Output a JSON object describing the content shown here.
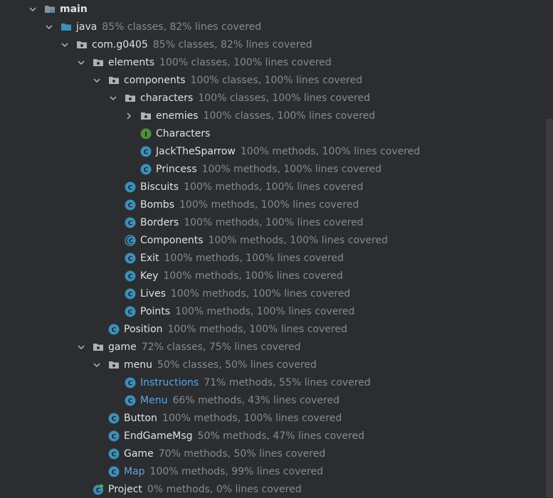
{
  "colors": {
    "background": "#2b2d30",
    "text": "#dfe1e5",
    "modified_text": "#5ea5e6",
    "coverage_text": "#868a91",
    "class_icon": "#3d8fb8",
    "interface_icon": "#4d9139",
    "folder_icon": "#afb1b3"
  },
  "tree": [
    {
      "name": "main",
      "coverage": "",
      "level": 0,
      "chevron": "down",
      "icon": "module-folder-icon",
      "bold": true
    },
    {
      "name": "java",
      "coverage": "85% classes, 82% lines covered",
      "level": 1,
      "chevron": "down",
      "icon": "source-folder-icon"
    },
    {
      "name": "com.g0405",
      "coverage": "85% classes, 82% lines covered",
      "level": 2,
      "chevron": "down",
      "icon": "package-icon"
    },
    {
      "name": "elements",
      "coverage": "100% classes, 100% lines covered",
      "level": 3,
      "chevron": "down",
      "icon": "package-icon"
    },
    {
      "name": "components",
      "coverage": "100% classes, 100% lines covered",
      "level": 4,
      "chevron": "down",
      "icon": "package-icon"
    },
    {
      "name": "characters",
      "coverage": "100% classes, 100% lines covered",
      "level": 5,
      "chevron": "down",
      "icon": "package-icon"
    },
    {
      "name": "enemies",
      "coverage": "100% classes, 100% lines covered",
      "level": 6,
      "chevron": "right",
      "icon": "package-icon"
    },
    {
      "name": "Characters",
      "coverage": "",
      "level": 6,
      "chevron": "none",
      "icon": "interface-icon"
    },
    {
      "name": "JackTheSparrow",
      "coverage": "100% methods, 100% lines covered",
      "level": 6,
      "chevron": "none",
      "icon": "class-icon"
    },
    {
      "name": "Princess",
      "coverage": "100% methods, 100% lines covered",
      "level": 6,
      "chevron": "none",
      "icon": "class-icon"
    },
    {
      "name": "Biscuits",
      "coverage": "100% methods, 100% lines covered",
      "level": 5,
      "chevron": "none",
      "icon": "class-icon"
    },
    {
      "name": "Bombs",
      "coverage": "100% methods, 100% lines covered",
      "level": 5,
      "chevron": "none",
      "icon": "class-icon"
    },
    {
      "name": "Borders",
      "coverage": "100% methods, 100% lines covered",
      "level": 5,
      "chevron": "none",
      "icon": "class-icon"
    },
    {
      "name": "Components",
      "coverage": "100% methods, 100% lines covered",
      "level": 5,
      "chevron": "none",
      "icon": "abstract-class-icon"
    },
    {
      "name": "Exit",
      "coverage": "100% methods, 100% lines covered",
      "level": 5,
      "chevron": "none",
      "icon": "class-icon"
    },
    {
      "name": "Key",
      "coverage": "100% methods, 100% lines covered",
      "level": 5,
      "chevron": "none",
      "icon": "class-icon"
    },
    {
      "name": "Lives",
      "coverage": "100% methods, 100% lines covered",
      "level": 5,
      "chevron": "none",
      "icon": "class-icon"
    },
    {
      "name": "Points",
      "coverage": "100% methods, 100% lines covered",
      "level": 5,
      "chevron": "none",
      "icon": "class-icon"
    },
    {
      "name": "Position",
      "coverage": "100% methods, 100% lines covered",
      "level": 4,
      "chevron": "none",
      "icon": "class-icon"
    },
    {
      "name": "game",
      "coverage": "72% classes, 75% lines covered",
      "level": 3,
      "chevron": "down",
      "icon": "package-icon"
    },
    {
      "name": "menu",
      "coverage": "50% classes, 50% lines covered",
      "level": 4,
      "chevron": "down",
      "icon": "package-icon"
    },
    {
      "name": "Instructions",
      "coverage": "71% methods, 55% lines covered",
      "level": 5,
      "chevron": "none",
      "icon": "class-icon",
      "modified": true
    },
    {
      "name": "Menu",
      "coverage": "66% methods, 43% lines covered",
      "level": 5,
      "chevron": "none",
      "icon": "class-icon",
      "modified": true
    },
    {
      "name": "Button",
      "coverage": "100% methods, 100% lines covered",
      "level": 4,
      "chevron": "none",
      "icon": "class-icon"
    },
    {
      "name": "EndGameMsg",
      "coverage": "50% methods, 47% lines covered",
      "level": 4,
      "chevron": "none",
      "icon": "class-icon"
    },
    {
      "name": "Game",
      "coverage": "70% methods, 50% lines covered",
      "level": 4,
      "chevron": "none",
      "icon": "class-icon"
    },
    {
      "name": "Map",
      "coverage": "100% methods, 99% lines covered",
      "level": 4,
      "chevron": "none",
      "icon": "class-icon",
      "modified": true
    },
    {
      "name": "Project",
      "coverage": "0% methods, 0% lines covered",
      "level": 3,
      "chevron": "none",
      "icon": "runnable-class-icon"
    }
  ]
}
